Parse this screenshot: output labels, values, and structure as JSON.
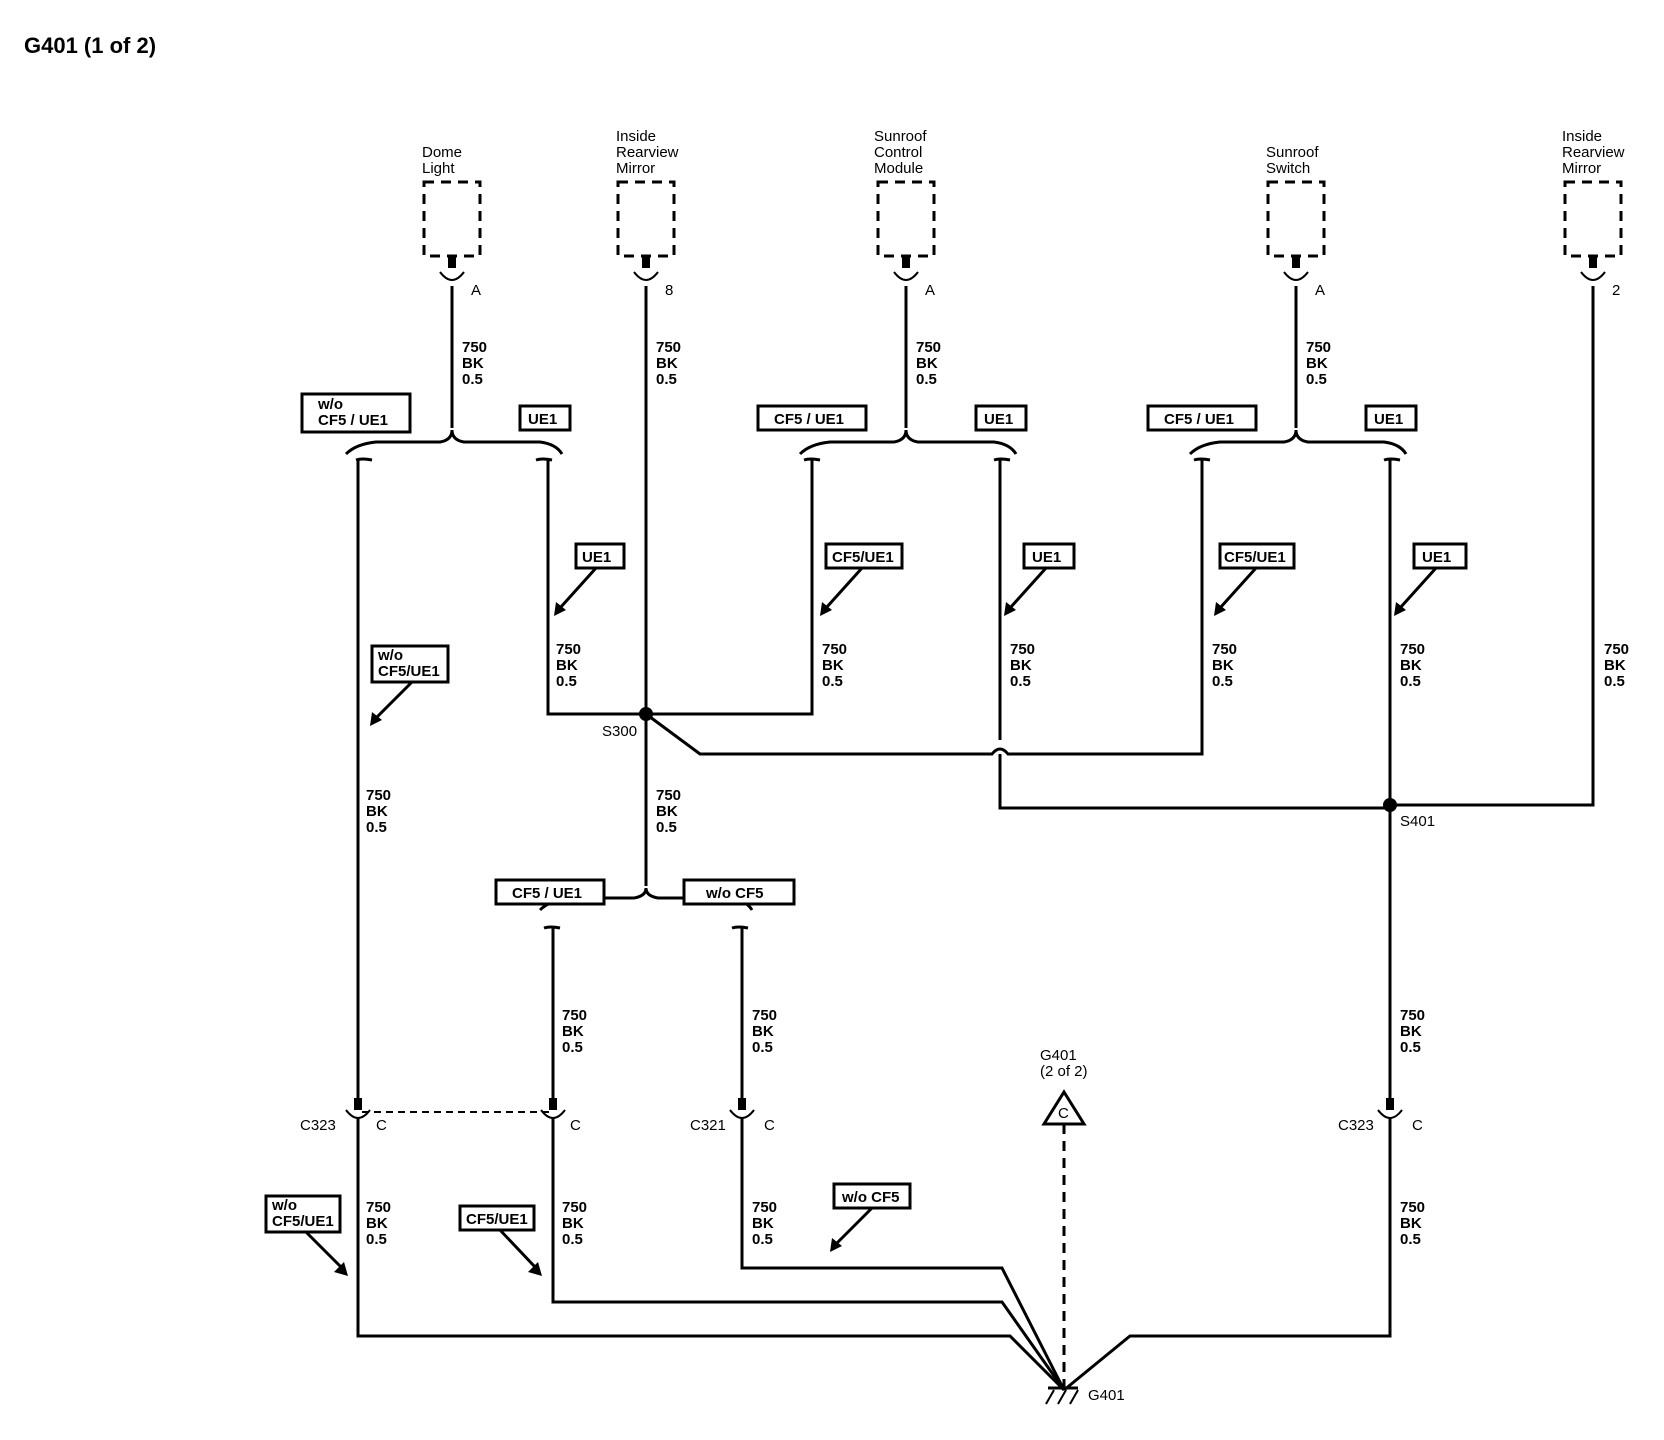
{
  "title": "G401 (1 of 2)",
  "components": {
    "dome_light": [
      "Dome",
      "Light"
    ],
    "mirror_left": [
      "Inside",
      "Rearview",
      "Mirror"
    ],
    "sunroof_module": [
      "Sunroof",
      "Control",
      "Module"
    ],
    "sunroof_switch": [
      "Sunroof",
      "Switch"
    ],
    "mirror_right": [
      "Inside",
      "Rearview",
      "Mirror"
    ]
  },
  "pins": {
    "dome_light": "A",
    "mirror_left": "8",
    "sunroof_module": "A",
    "sunroof_switch": "A",
    "mirror_right": "2"
  },
  "wire": {
    "circuit": "750",
    "color": "BK",
    "gauge": "0.5"
  },
  "options": {
    "wo_cf5_ue1": [
      "w/o",
      "CF5 / UE1"
    ],
    "wo_cf5_ue1_compact": [
      "w/o",
      "CF5/UE1"
    ],
    "ue1": "UE1",
    "cf5_ue1": "CF5 / UE1",
    "cf5_ue1_compact": "CF5/UE1",
    "wo_cf5": "w/o CF5"
  },
  "splices": {
    "s300": "S300",
    "s401": "S401"
  },
  "connectors": {
    "c323": "C323",
    "c321": "C321",
    "pin_c": "C"
  },
  "ground": {
    "name": "G401",
    "ref_line1": "G401",
    "ref_line2": "(2 of 2)",
    "ref_letter": "C"
  }
}
